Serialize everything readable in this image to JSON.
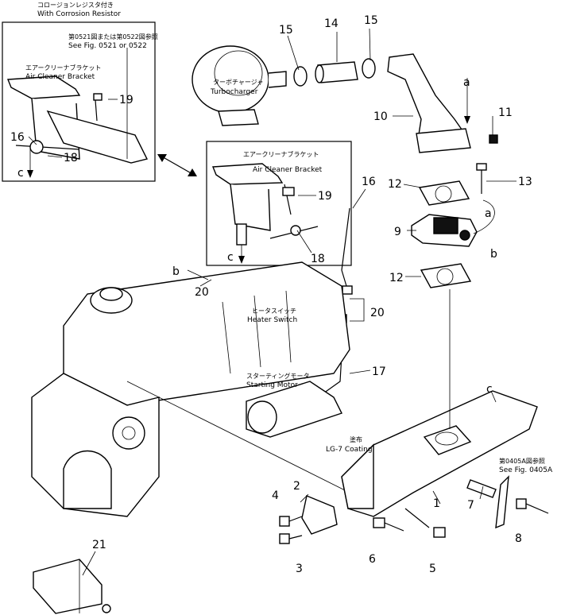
{
  "callouts": [
    {
      "n": "1"
    },
    {
      "n": "2"
    },
    {
      "n": "3"
    },
    {
      "n": "4"
    },
    {
      "n": "5"
    },
    {
      "n": "6"
    },
    {
      "n": "7"
    },
    {
      "n": "8"
    },
    {
      "n": "9"
    },
    {
      "n": "10"
    },
    {
      "n": "11"
    },
    {
      "n": "12"
    },
    {
      "n": "12"
    },
    {
      "n": "13"
    },
    {
      "n": "14"
    },
    {
      "n": "15"
    },
    {
      "n": "15"
    },
    {
      "n": "16"
    },
    {
      "n": "16"
    },
    {
      "n": "17"
    },
    {
      "n": "18"
    },
    {
      "n": "18"
    },
    {
      "n": "19"
    },
    {
      "n": "19"
    },
    {
      "n": "20"
    },
    {
      "n": "20"
    },
    {
      "n": "21"
    }
  ],
  "letters": [
    "a",
    "a",
    "b",
    "b",
    "c",
    "c",
    "c"
  ],
  "labels": {
    "corrosion_jp": "コロージョンレジスタ付き",
    "corrosion_en": "With Corrosion Resistor",
    "fig_ref_jp": "第0521図または第0522図参照",
    "fig_ref_en": "See Fig. 0521 or 0522",
    "bracket_jp": "エアークリーナブラケット",
    "bracket_en": "Air Cleaner Bracket",
    "turbo_jp": "ターボチャージャ",
    "turbo_en": "Turbocharger",
    "heater_jp": "ヒータスイッチ",
    "heater_en": "Heater Switch",
    "starter_jp": "スターティングモータ",
    "starter_en": "Starting Motor",
    "coating_jp": "塗布",
    "coating_en": "LG-7 Coating",
    "fig0405_jp": "第0405A図参照",
    "fig0405_en": "See Fig. 0405A"
  }
}
